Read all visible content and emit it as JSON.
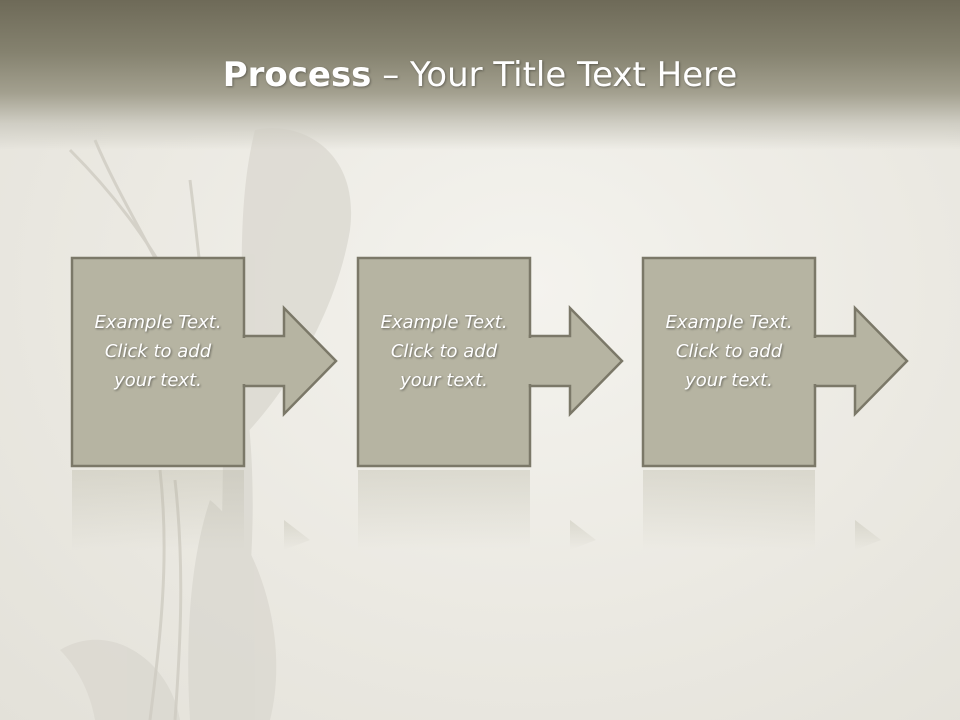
{
  "slide": {
    "title_bold": "Process",
    "title_rest": " – Your Title Text Here"
  },
  "steps": [
    {
      "text": "Example Text.\nClick  to add\nyour text."
    },
    {
      "text": "Example Text.\nClick  to add\nyour text."
    },
    {
      "text": "Example Text.\nClick  to add\nyour text."
    }
  ],
  "colors": {
    "box_fill": "#b6b4a2",
    "box_border": "#7b7868",
    "header_dark": "#6e6a58"
  }
}
